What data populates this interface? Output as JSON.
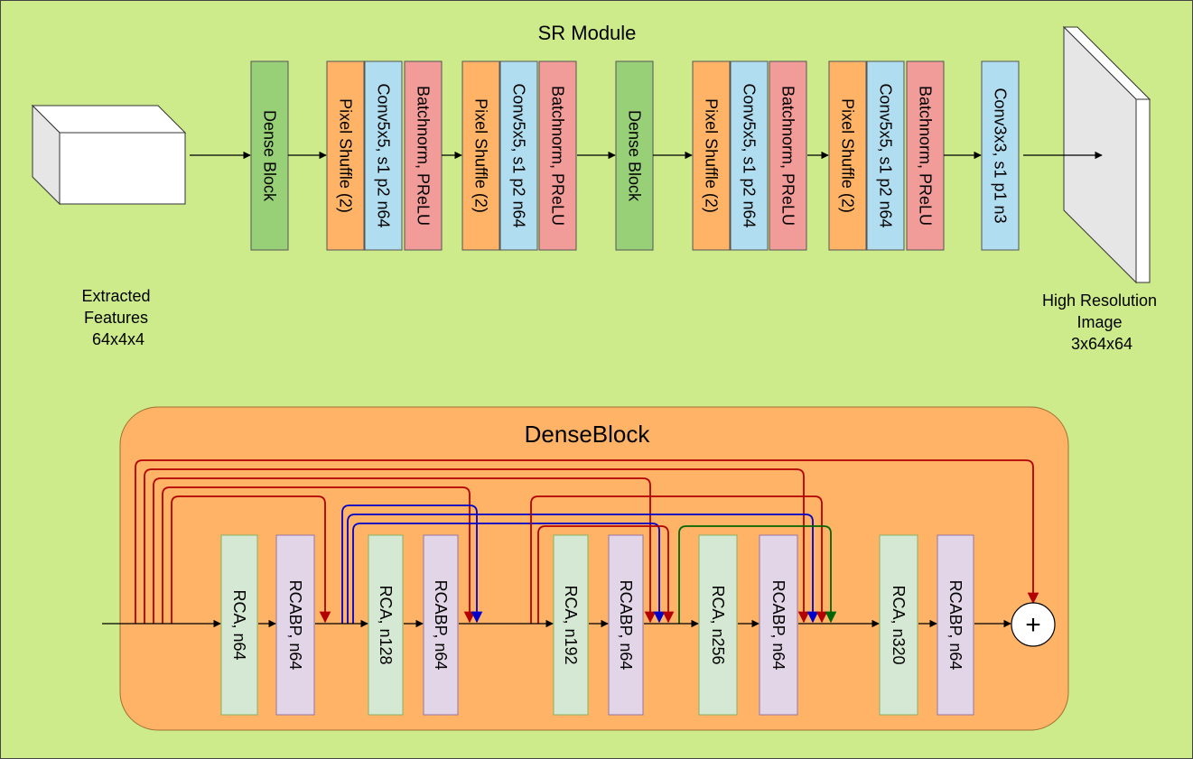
{
  "sr_module": {
    "title": "SR Module",
    "input_label": [
      "Extracted",
      "Features",
      "64x4x4"
    ],
    "output_label": [
      "High Resolution",
      "Image",
      "3x64x64"
    ],
    "blocks": [
      {
        "label": "Dense Block",
        "kind": "dense"
      },
      {
        "label": "Pixel Shuffle (2)",
        "kind": "shuffle"
      },
      {
        "label": "Conv5x5, s1 p2 n64",
        "kind": "conv"
      },
      {
        "label": "Batchnorm, PReLU",
        "kind": "bn"
      },
      {
        "label": "Pixel Shuffle (2)",
        "kind": "shuffle"
      },
      {
        "label": "Conv5x5, s1 p2 n64",
        "kind": "conv"
      },
      {
        "label": "Batchnorm, PReLU",
        "kind": "bn"
      },
      {
        "label": "Dense Block",
        "kind": "dense"
      },
      {
        "label": "Pixel Shuffle (2)",
        "kind": "shuffle"
      },
      {
        "label": "Conv5x5, s1 p2 n64",
        "kind": "conv"
      },
      {
        "label": "Batchnorm, PReLU",
        "kind": "bn"
      },
      {
        "label": "Pixel Shuffle (2)",
        "kind": "shuffle"
      },
      {
        "label": "Conv5x5, s1 p2 n64",
        "kind": "conv"
      },
      {
        "label": "Batchnorm, PReLU",
        "kind": "bn"
      },
      {
        "label": "Conv3x3, s1 p1 n3",
        "kind": "conv"
      }
    ]
  },
  "dense_block": {
    "title": "DenseBlock",
    "sum_symbol": "+",
    "blocks": [
      {
        "label": "RCA, n64",
        "kind": "rca"
      },
      {
        "label": "RCABP, n64",
        "kind": "rcabp"
      },
      {
        "label": "RCA, n128",
        "kind": "rca"
      },
      {
        "label": "RCABP, n64",
        "kind": "rcabp"
      },
      {
        "label": "RCA, n192",
        "kind": "rca"
      },
      {
        "label": "RCABP, n64",
        "kind": "rcabp"
      },
      {
        "label": "RCA, n256",
        "kind": "rca"
      },
      {
        "label": "RCABP, n64",
        "kind": "rcabp"
      },
      {
        "label": "RCA, n320",
        "kind": "rca"
      },
      {
        "label": "RCABP, n64",
        "kind": "rcabp"
      }
    ]
  },
  "colors": {
    "background": "#cdeb8b",
    "dense": "#97d077",
    "shuffle": "#ffb366",
    "conv": "#b1ddf0",
    "bn": "#f19c99",
    "rca": "#d5e8d4",
    "rcabp": "#e1d5e7",
    "denseblock_panel": "#ffb366",
    "skip_red": "#b20000",
    "skip_blue": "#0000cc",
    "skip_green": "#006600"
  }
}
